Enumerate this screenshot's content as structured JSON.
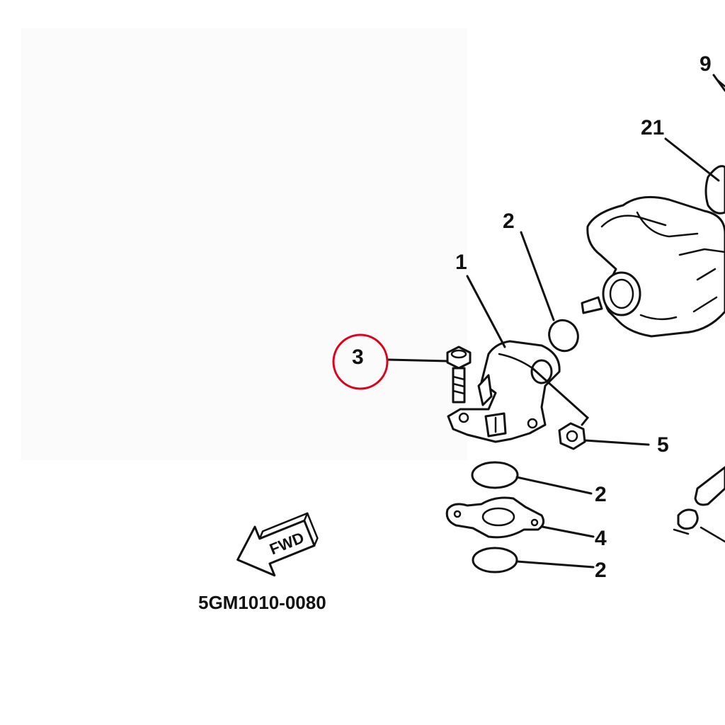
{
  "diagram": {
    "drawing_code": "5GM1010-0080",
    "direction_label": "FWD",
    "highlight_color": "#e0001b",
    "callouts": {
      "c9": "9",
      "c21": "21",
      "c2_top": "2",
      "c1": "1",
      "c3": "3",
      "c5": "5",
      "c2_mid": "2",
      "c4": "4",
      "c2_bottom": "2"
    }
  }
}
